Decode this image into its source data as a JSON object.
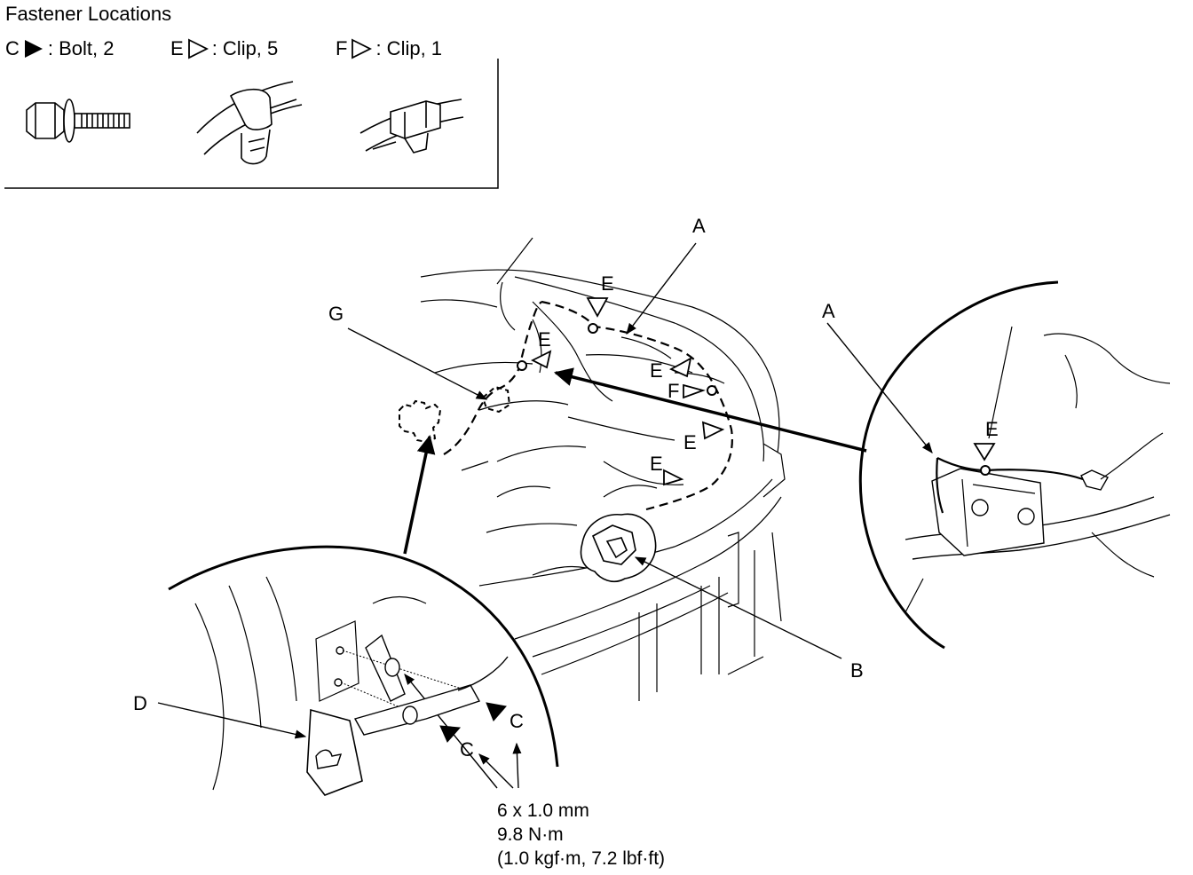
{
  "title": "Fastener Locations",
  "legend": [
    {
      "letter": "C",
      "marker": "filled-triangle",
      "text": ": Bolt, 2"
    },
    {
      "letter": "E",
      "marker": "open-triangle",
      "text": ": Clip, 5"
    },
    {
      "letter": "F",
      "marker": "open-triangle",
      "text": ": Clip, 1"
    }
  ],
  "callouts": {
    "A_main": "A",
    "A_detail": "A",
    "B": "B",
    "D": "D",
    "G": "G",
    "E1": "E",
    "E2": "E",
    "E3": "E",
    "E4": "E",
    "E5": "E",
    "E_detail": "E",
    "F": "F",
    "C1": "C",
    "C2": "C"
  },
  "torque_spec": {
    "size": "6 x 1.0 mm",
    "torque_nm": "9.8 N·m",
    "torque_alt": "(1.0 kgf·m, 7.2 lbf·ft)"
  }
}
